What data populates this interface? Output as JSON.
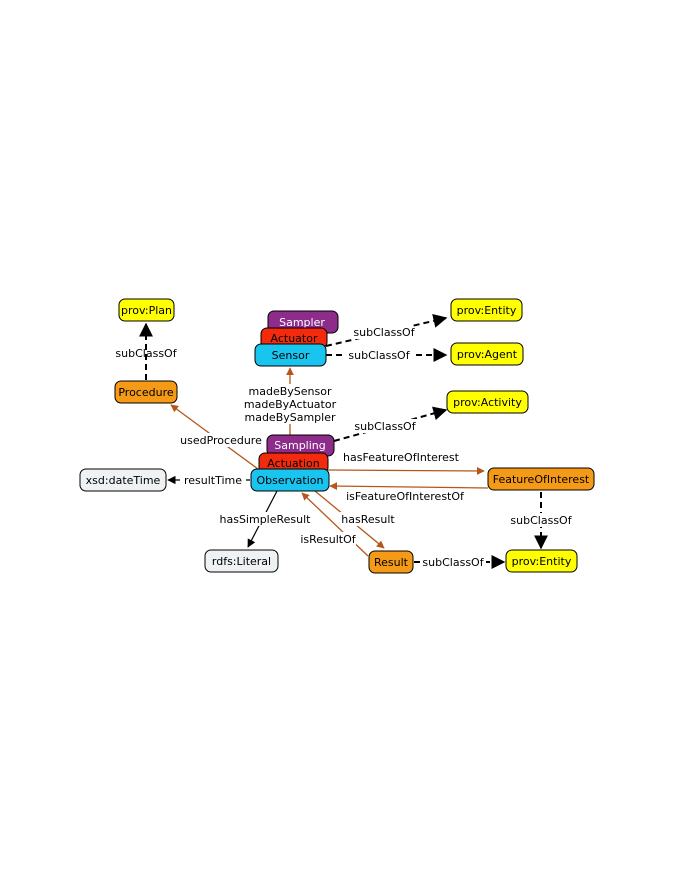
{
  "nodes": {
    "prov_plan": "prov:Plan",
    "procedure": "Procedure",
    "sampler": "Sampler",
    "actuator": "Actuator",
    "sensor": "Sensor",
    "prov_entity_top": "prov:Entity",
    "prov_agent": "prov:Agent",
    "prov_activity": "prov:Activity",
    "sampling": "Sampling",
    "actuation": "Actuation",
    "observation": "Observation",
    "xsd_datetime": "xsd:dateTime",
    "feature_of_interest": "FeatureOfInterest",
    "rdfs_literal": "rdfs:Literal",
    "result": "Result",
    "prov_entity_bottom": "prov:Entity"
  },
  "edges": {
    "procedure_subclassof": "subClassOf",
    "sensor_entity_subclassof": "subClassOf",
    "sensor_agent_subclassof": "subClassOf",
    "made_by_sensor": "madeBySensor",
    "made_by_actuator": "madeByActuator",
    "made_by_sampler": "madeBySampler",
    "sampling_activity_subclassof": "subClassOf",
    "used_procedure": "usedProcedure",
    "has_feature_of_interest": "hasFeatureOfInterest",
    "is_feature_of_interest_of": "isFeatureOfInterestOf",
    "result_time": "resultTime",
    "has_simple_result": "hasSimpleResult",
    "has_result": "hasResult",
    "is_result_of": "isResultOf",
    "foi_subclassof": "subClassOf",
    "result_subclassof": "subClassOf"
  },
  "colors": {
    "yellow": "#ffff00",
    "orange": "#f59a16",
    "purple": "#8e2c8c",
    "red": "#f42a0c",
    "cyan": "#19c4ef",
    "light": "#eef2f4",
    "brown_edge": "#b5571c",
    "black_edge": "#000000"
  }
}
